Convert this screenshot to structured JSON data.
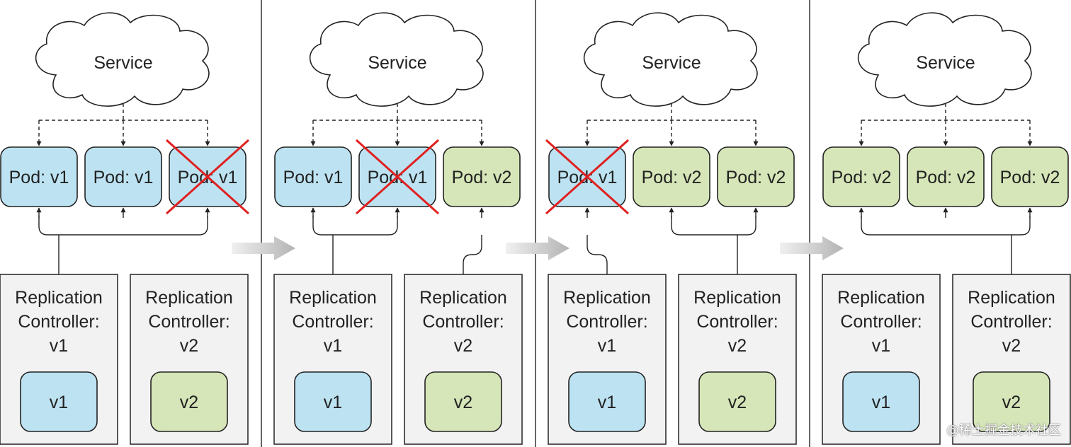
{
  "colors": {
    "v1_fill": "#bde3f2",
    "v2_fill": "#d6e6b8",
    "box_stroke": "#222222",
    "controller_fill": "#f2f2f2",
    "divider": "#333333",
    "cross": "#e02020",
    "stage_arrow": "#c8c8c8"
  },
  "stages": [
    {
      "service_label": "Service",
      "pods": [
        {
          "label": "Pod: v1",
          "version": "v1",
          "deleted": false
        },
        {
          "label": "Pod: v1",
          "version": "v1",
          "deleted": false
        },
        {
          "label": "Pod: v1",
          "version": "v1",
          "deleted": true
        }
      ],
      "controllers": [
        {
          "lines": [
            "Replication",
            "Controller:",
            "v1"
          ],
          "template_label": "v1",
          "version": "v1",
          "pods": [
            0,
            1,
            2
          ]
        },
        {
          "lines": [
            "Replication",
            "Controller:",
            "v2"
          ],
          "template_label": "v2",
          "version": "v2",
          "pods": []
        }
      ]
    },
    {
      "service_label": "Service",
      "pods": [
        {
          "label": "Pod: v1",
          "version": "v1",
          "deleted": false
        },
        {
          "label": "Pod: v1",
          "version": "v1",
          "deleted": true
        },
        {
          "label": "Pod: v2",
          "version": "v2",
          "deleted": false
        }
      ],
      "controllers": [
        {
          "lines": [
            "Replication",
            "Controller:",
            "v1"
          ],
          "template_label": "v1",
          "version": "v1",
          "pods": [
            0,
            1
          ]
        },
        {
          "lines": [
            "Replication",
            "Controller:",
            "v2"
          ],
          "template_label": "v2",
          "version": "v2",
          "pods": [
            2
          ]
        }
      ]
    },
    {
      "service_label": "Service",
      "pods": [
        {
          "label": "Pod: v1",
          "version": "v1",
          "deleted": true
        },
        {
          "label": "Pod: v2",
          "version": "v2",
          "deleted": false
        },
        {
          "label": "Pod: v2",
          "version": "v2",
          "deleted": false
        }
      ],
      "controllers": [
        {
          "lines": [
            "Replication",
            "Controller:",
            "v1"
          ],
          "template_label": "v1",
          "version": "v1",
          "pods": [
            0
          ]
        },
        {
          "lines": [
            "Replication",
            "Controller:",
            "v2"
          ],
          "template_label": "v2",
          "version": "v2",
          "pods": [
            1,
            2
          ]
        }
      ]
    },
    {
      "service_label": "Service",
      "pods": [
        {
          "label": "Pod: v2",
          "version": "v2",
          "deleted": false
        },
        {
          "label": "Pod: v2",
          "version": "v2",
          "deleted": false
        },
        {
          "label": "Pod: v2",
          "version": "v2",
          "deleted": false
        }
      ],
      "controllers": [
        {
          "lines": [
            "Replication",
            "Controller:",
            "v1"
          ],
          "template_label": "v1",
          "version": "v1",
          "pods": []
        },
        {
          "lines": [
            "Replication",
            "Controller:",
            "v2"
          ],
          "template_label": "v2",
          "version": "v2",
          "pods": [
            0,
            1,
            2
          ]
        }
      ]
    }
  ],
  "watermark": "@稀土掘金技术社区"
}
